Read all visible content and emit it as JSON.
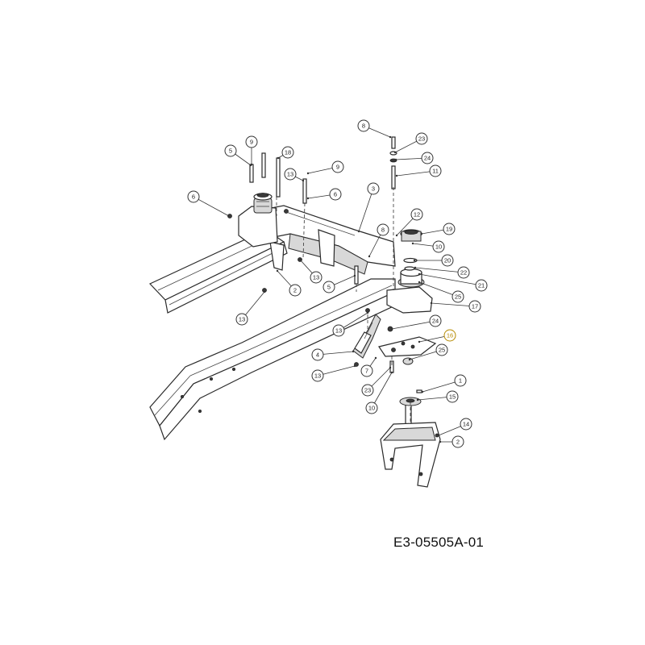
{
  "drawing_code": "E3-05505A-01",
  "highlight_color": "#b58a00",
  "callouts": [
    {
      "id": "c9a",
      "label": "9"
    },
    {
      "id": "c5a",
      "label": "5"
    },
    {
      "id": "c18a",
      "label": "18"
    },
    {
      "id": "c6a",
      "label": "6"
    },
    {
      "id": "c13a",
      "label": "13"
    },
    {
      "id": "c9b",
      "label": "9"
    },
    {
      "id": "c6b",
      "label": "6"
    },
    {
      "id": "c3",
      "label": "3"
    },
    {
      "id": "c13b",
      "label": "13"
    },
    {
      "id": "c2a",
      "label": "2"
    },
    {
      "id": "c13c",
      "label": "13"
    },
    {
      "id": "c5b",
      "label": "5"
    },
    {
      "id": "c8a",
      "label": "8"
    },
    {
      "id": "c8b",
      "label": "8"
    },
    {
      "id": "c23a",
      "label": "23"
    },
    {
      "id": "c24a",
      "label": "24"
    },
    {
      "id": "c11",
      "label": "11"
    },
    {
      "id": "c12",
      "label": "12"
    },
    {
      "id": "c19",
      "label": "19"
    },
    {
      "id": "c10a",
      "label": "10"
    },
    {
      "id": "c20",
      "label": "20"
    },
    {
      "id": "c22",
      "label": "22"
    },
    {
      "id": "c21",
      "label": "21"
    },
    {
      "id": "c25a",
      "label": "25"
    },
    {
      "id": "c17",
      "label": "17"
    },
    {
      "id": "c24b",
      "label": "24"
    },
    {
      "id": "c16",
      "label": "16",
      "highlight": true
    },
    {
      "id": "c25b",
      "label": "25"
    },
    {
      "id": "c13d",
      "label": "13"
    },
    {
      "id": "c4",
      "label": "4"
    },
    {
      "id": "c13e",
      "label": "13"
    },
    {
      "id": "c7",
      "label": "7"
    },
    {
      "id": "c23b",
      "label": "23"
    },
    {
      "id": "c10b",
      "label": "10"
    },
    {
      "id": "c1",
      "label": "1"
    },
    {
      "id": "c15",
      "label": "15"
    },
    {
      "id": "c14",
      "label": "14"
    },
    {
      "id": "c2b",
      "label": "2"
    }
  ]
}
